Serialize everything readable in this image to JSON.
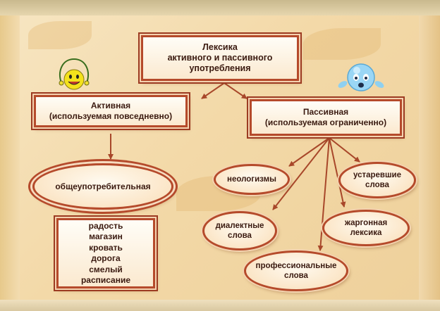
{
  "root": {
    "line1": "Лексика",
    "line2": "активного и пассивного",
    "line3": "употребления"
  },
  "active": {
    "line1": "Активная",
    "line2": "(используемая повседневно)"
  },
  "passive": {
    "line1": "Пассивная",
    "line2": "(используемая ограниченно)"
  },
  "common": {
    "label": "общеупотребительная"
  },
  "examples": [
    "радость",
    "магазин",
    "кровать",
    "дорога",
    "смелый",
    "расписание"
  ],
  "passive_types": {
    "neologisms": "неологизмы",
    "archaic_line1": "устаревшие",
    "archaic_line2": "слова",
    "dialect_line1": "диалектные",
    "dialect_line2": "слова",
    "slang_line1": "жаргонная",
    "slang_line2": "лексика",
    "professional_line1": "профессиональные",
    "professional_line2": "слова"
  },
  "colors": {
    "border": "#b54a2b",
    "arrow": "#a8472a",
    "text": "#3a1a10"
  },
  "icons": {
    "left": "happy-smiley-icon",
    "right": "blue-smiley-icon"
  }
}
